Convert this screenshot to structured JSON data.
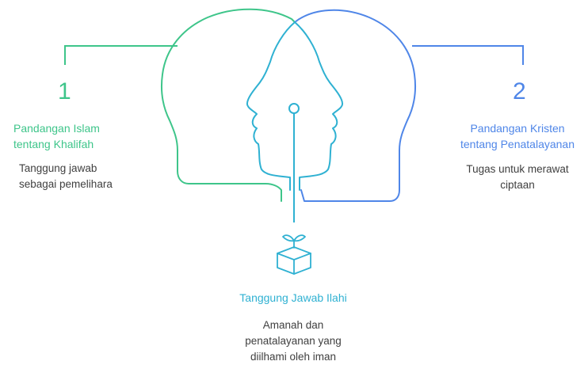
{
  "colors": {
    "islam_green": "#3ec58a",
    "kristen_blue": "#4f86e8",
    "center_cyan": "#2fb1d2"
  },
  "items": {
    "left": {
      "number": "1",
      "heading": "Pandangan Islam\ntentang Khalifah",
      "description": "Tanggung jawab\nsebagai pemelihara"
    },
    "right": {
      "number": "2",
      "heading": "Pandangan Kristen\ntentang Penatalayanan",
      "description": "Tugas untuk merawat\nciptaan"
    },
    "center": {
      "heading": "Tanggung Jawab Ilahi",
      "description": "Amanah dan\npenatalayanan yang\ndiilhami oleh iman",
      "icon": "plant-box-icon"
    }
  }
}
